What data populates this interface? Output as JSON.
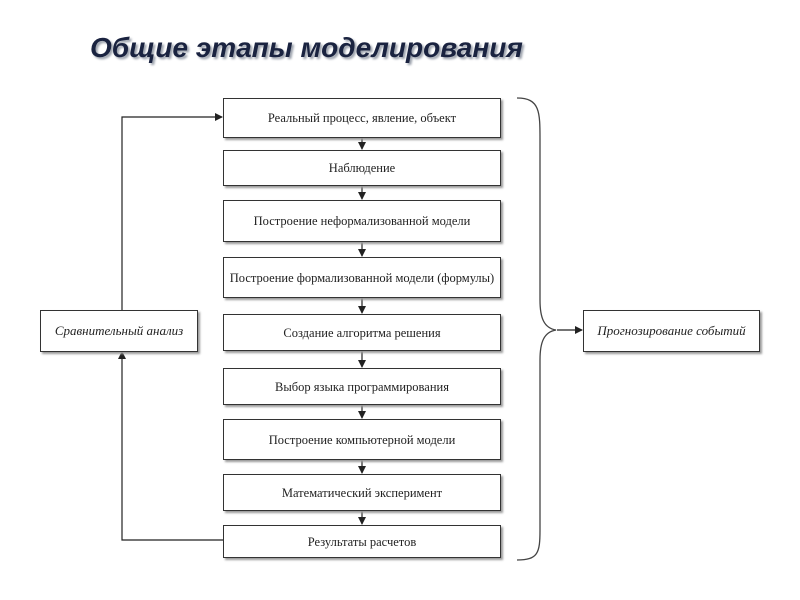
{
  "title": "Общие этапы моделирования",
  "steps": [
    "Реальный процесс, явление, объект",
    "Наблюдение",
    "Построение неформализованной модели",
    "Построение формализованной модели (формулы)",
    "Создание алгоритма решения",
    "Выбор языка программирования",
    "Построение компьютерной модели",
    "Математический эксперимент",
    "Результаты расчетов"
  ],
  "side_left": "Сравнительный анализ",
  "side_right": "Прогнозирование событий"
}
